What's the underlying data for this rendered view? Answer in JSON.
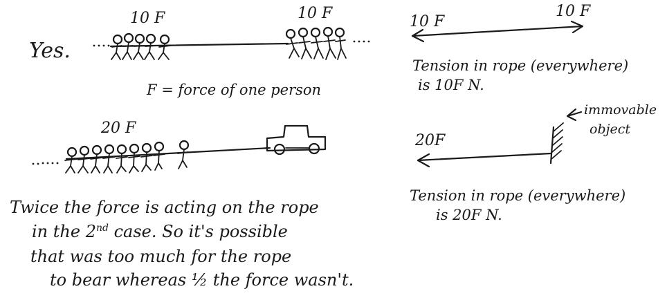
{
  "scene1": {
    "answer": "Yes.",
    "left_team_label": "10 F",
    "right_team_label": "10 F",
    "definition": "F = force of one person"
  },
  "diagram1": {
    "left_label": "10 F",
    "right_label": "10 F",
    "tension_line1": "Tension in rope (everywhere)",
    "tension_line2": "is 10F N."
  },
  "scene2": {
    "team_label": "20 F"
  },
  "diagram2": {
    "force_label": "20F",
    "object_label_line1": "immovable",
    "object_label_line2": "object",
    "tension_line1": "Tension in rope (everywhere)",
    "tension_line2": "is 20F N."
  },
  "conclusion": {
    "line1": "Twice the force is acting on the rope",
    "line2_pre": "in the 2",
    "line2_sup": "nd",
    "line2_post": " case. So it's possible",
    "line3": "that was too much for the rope",
    "line4": "to bear whereas ½ the force wasn't."
  }
}
